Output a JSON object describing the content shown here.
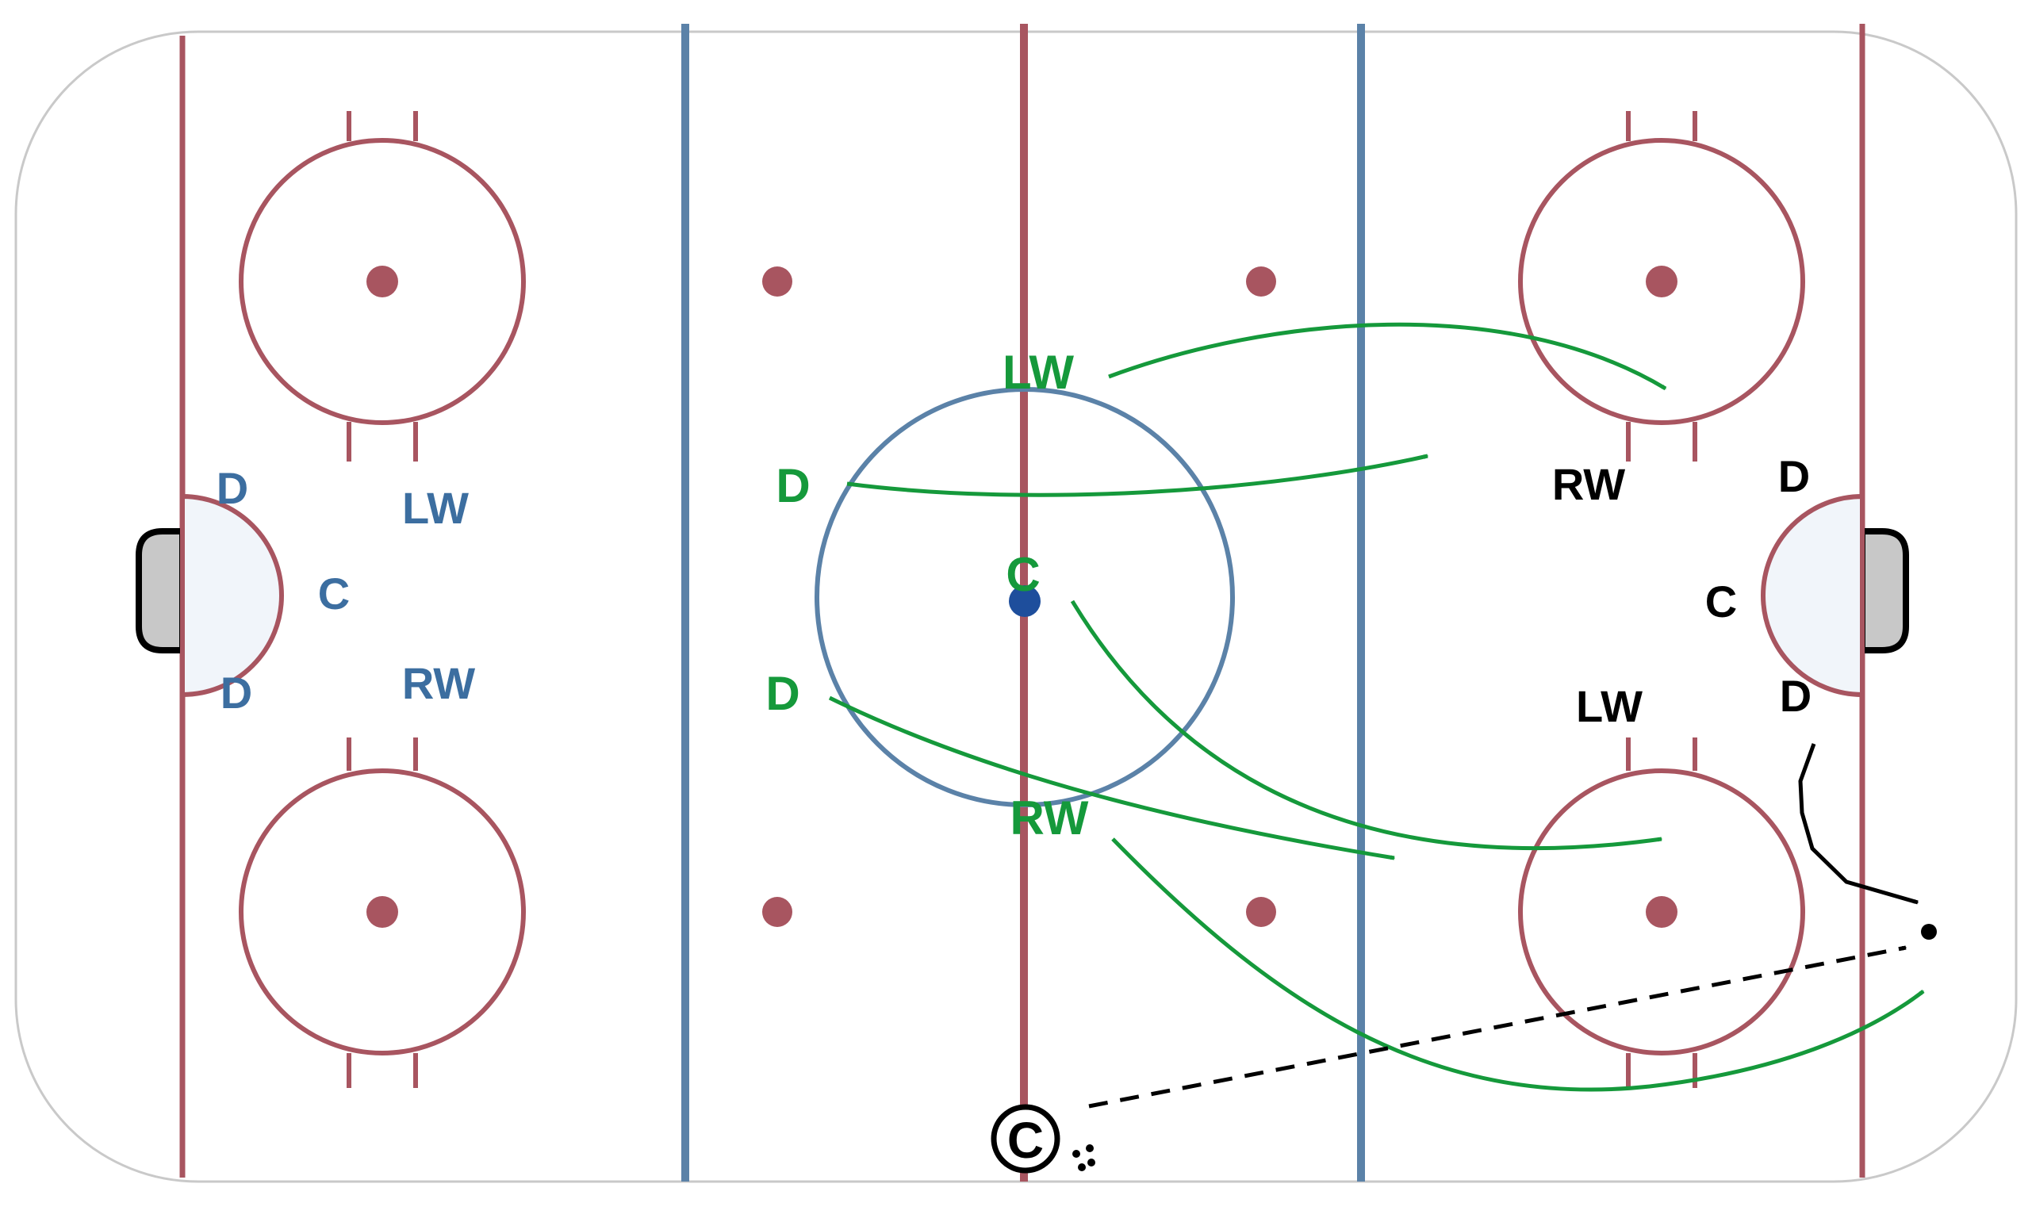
{
  "colors": {
    "board": "#c9c9c9",
    "red_line": "#a85560",
    "blue_line": "#5b82a8",
    "crease_fill": "#f1f5fa",
    "net_fill": "#c8c8c8",
    "green": "#15993b",
    "blue_team": "#3c6ea0",
    "black": "#000000",
    "faceoff_dot_center": "#1e4e9c"
  },
  "left_team": {
    "players": [
      {
        "id": "d-top",
        "label": "D"
      },
      {
        "id": "lw",
        "label": "LW"
      },
      {
        "id": "c",
        "label": "C"
      },
      {
        "id": "d-bottom",
        "label": "D"
      },
      {
        "id": "rw",
        "label": "RW"
      }
    ]
  },
  "attacking_team": {
    "players": [
      {
        "id": "lw",
        "label": "LW"
      },
      {
        "id": "d-top",
        "label": "D"
      },
      {
        "id": "c",
        "label": "C"
      },
      {
        "id": "d-bottom",
        "label": "D"
      },
      {
        "id": "rw",
        "label": "RW"
      }
    ]
  },
  "right_team": {
    "players": [
      {
        "id": "rw",
        "label": "RW"
      },
      {
        "id": "d-top",
        "label": "D"
      },
      {
        "id": "c",
        "label": "C"
      },
      {
        "id": "lw",
        "label": "LW"
      },
      {
        "id": "d-bottom",
        "label": "D"
      }
    ]
  },
  "coach": {
    "label": "C"
  }
}
